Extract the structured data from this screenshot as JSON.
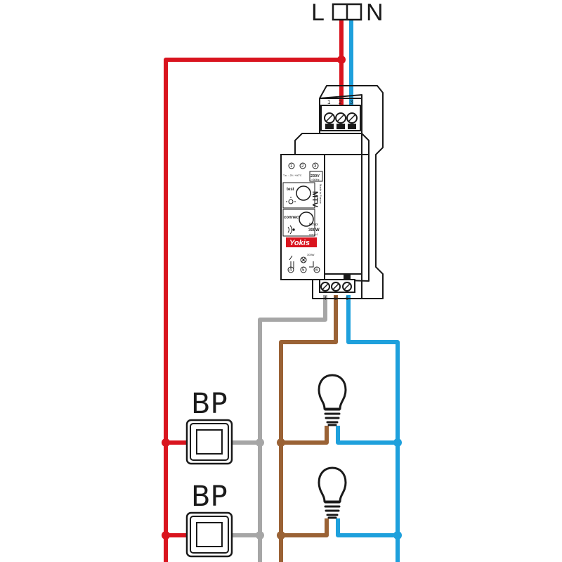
{
  "supply": {
    "line_label": "L",
    "neutral_label": "N"
  },
  "device": {
    "top_terminals": [
      "1",
      "2",
      "3"
    ],
    "bottom_terminals": [
      "4",
      "5",
      "6"
    ],
    "face_numbers_top": [
      "1",
      "2",
      "3"
    ],
    "face_numbers_bottom": [
      "4",
      "5",
      "6"
    ],
    "temp_range": "T.a. : -20 / +40°C",
    "voltage": "230V",
    "frequency": "~50Hz",
    "test_label": "test",
    "connect_label": "connect",
    "model": "MTV",
    "made_in": "Made in France",
    "power_label": "Pmax",
    "power_value": "300W",
    "power_note": "cos φ≥1",
    "brand": "Yokis",
    "max_label": "300W"
  },
  "pushbuttons": [
    {
      "label": "BP"
    },
    {
      "label": "BP"
    }
  ],
  "colors": {
    "line": "#d9141e",
    "neutral": "#1ea0dc",
    "control": "#a6a6a6",
    "load": "#9a6235",
    "outline": "#1a1a1a"
  },
  "icons": [
    "terminal-block-icon",
    "lamp-icon",
    "pushbutton-icon",
    "bulb-symbol-icon",
    "wireless-icon"
  ]
}
